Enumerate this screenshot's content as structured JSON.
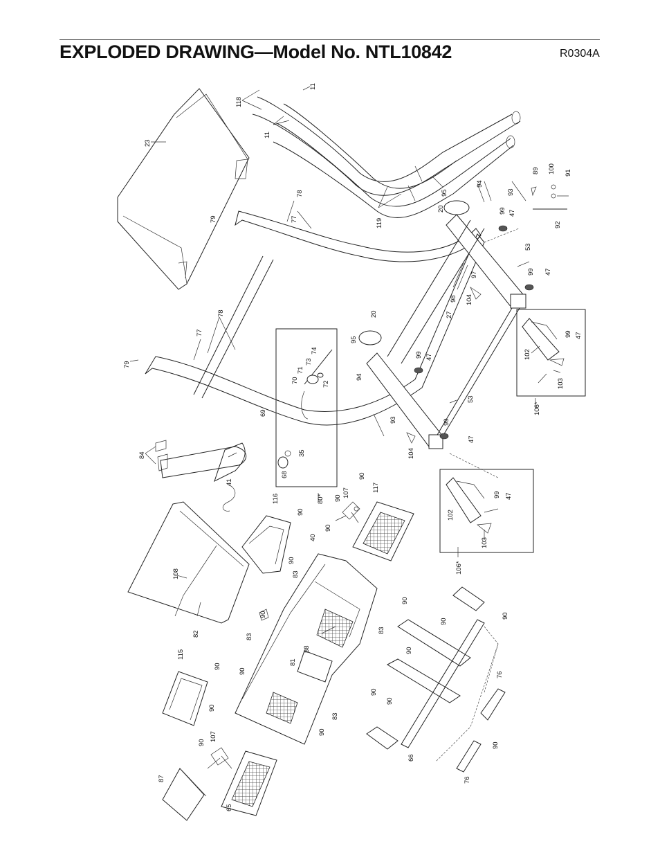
{
  "header": {
    "title": "EXPLODED DRAWING—Model No. NTL10842",
    "code": "R0304A"
  },
  "callouts": {
    "c11a": "11",
    "c11b": "11",
    "c118": "118",
    "c23": "23",
    "c119": "119",
    "c78a": "78",
    "c77a": "77",
    "c79a": "79",
    "c78b": "78",
    "c77b": "77",
    "c79b": "79",
    "c69": "69",
    "c84": "84",
    "c41": "41",
    "c108": "108",
    "c82": "82",
    "c95a": "95",
    "c20a": "20",
    "c94a": "94",
    "c93a": "93",
    "c99a": "99",
    "c47a": "47",
    "c53a": "53",
    "c97": "97",
    "c98": "98",
    "c104a": "104",
    "c99b": "99",
    "c47b": "47",
    "c27": "27",
    "c89": "89",
    "c100": "100",
    "c91": "91",
    "c92": "92",
    "c95b": "95",
    "c20b": "20",
    "c94b": "94",
    "c93b": "93",
    "c99c": "99",
    "c47c": "47",
    "c53b": "53",
    "c99d": "99",
    "c47d": "47",
    "c104b": "104",
    "c102a": "102",
    "c99e": "99",
    "c47e": "47",
    "c103a": "103",
    "c106a": "106*",
    "c74": "74",
    "c73": "73",
    "c71": "71",
    "c70": "70",
    "c72": "72",
    "c35": "35",
    "c68": "68",
    "c80": "80*",
    "c116": "116",
    "c90a": "90",
    "c90b": "90",
    "c107a": "107",
    "c90c": "90",
    "c117": "117",
    "c90d": "90",
    "c40": "40",
    "c90e": "90",
    "c102b": "102",
    "c99f": "99",
    "c47f": "47",
    "c103b": "103",
    "c106b": "106*",
    "c83a": "83",
    "c90f": "90",
    "c83b": "83",
    "c88": "88",
    "c81": "81",
    "c83c": "83",
    "c90g": "90",
    "c90h": "90",
    "c90i": "90",
    "c115": "115",
    "c90j": "90",
    "c90k": "90",
    "c90l": "90",
    "c83d": "83",
    "c90m": "90",
    "c90n": "90",
    "c90o": "90",
    "c90p": "90",
    "c66": "66",
    "c76a": "76",
    "c90q": "90",
    "c76b": "76",
    "c107b": "107",
    "c90r": "90",
    "c87": "87",
    "c65": "65"
  }
}
